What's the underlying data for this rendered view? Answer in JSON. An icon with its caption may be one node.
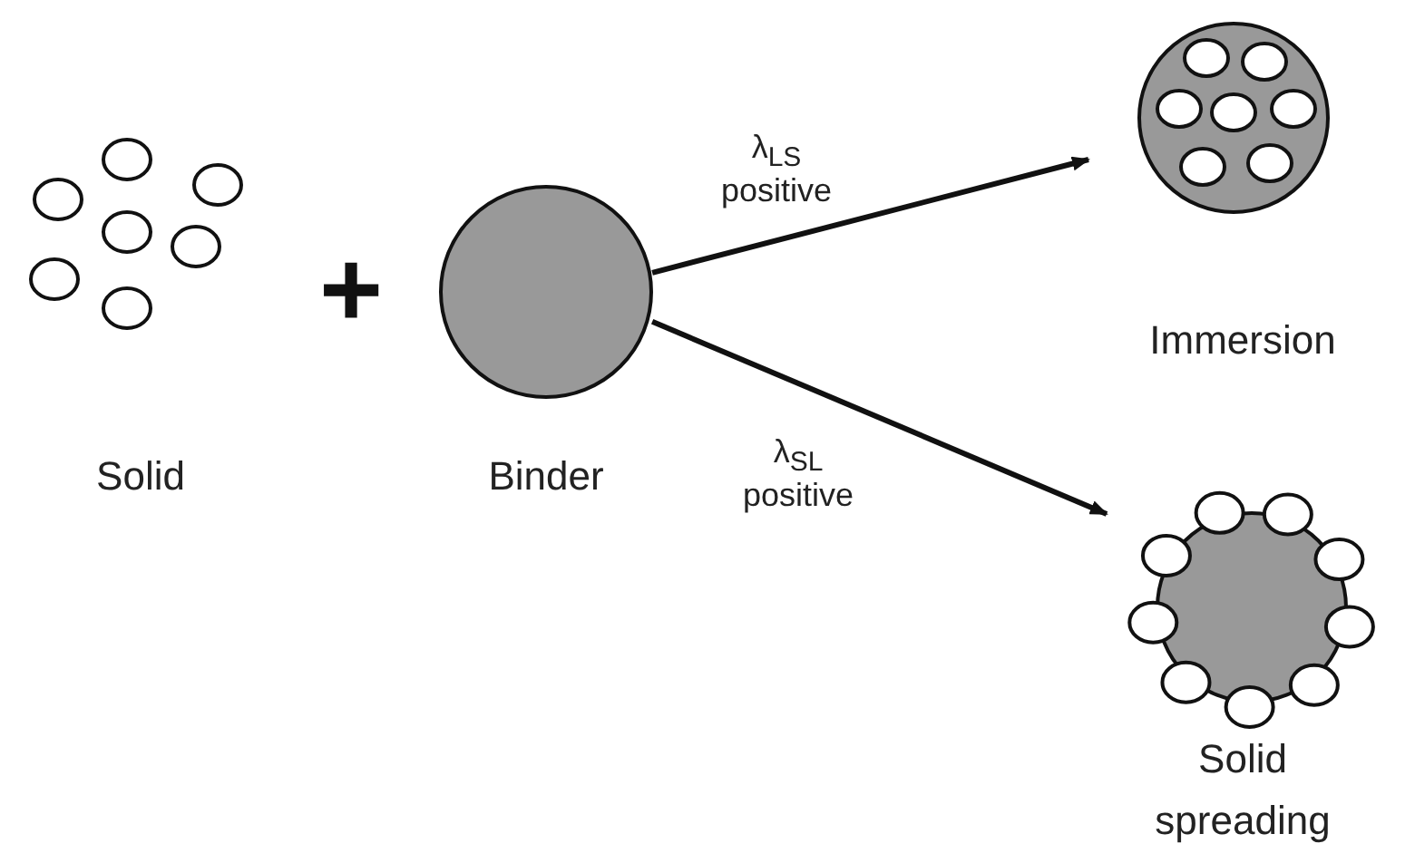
{
  "diagram": {
    "nodes": [
      {
        "text": [
          "Solid"
        ]
      },
      {
        "text": [
          "Binder"
        ]
      },
      {
        "text": [
          "Immersion"
        ]
      },
      {
        "text": [
          "Solid spreading"
        ]
      }
    ],
    "edges": [
      {
        "from": 1,
        "to": 2,
        "arrow": "to",
        "label": "λ$_{LS}$ positive"
      },
      {
        "from": 1,
        "to": 3,
        "arrow": "to",
        "label": "λ$_{SL}$ positive"
      }
    ],
    "labels": [
      "+"
    ]
  }
}
